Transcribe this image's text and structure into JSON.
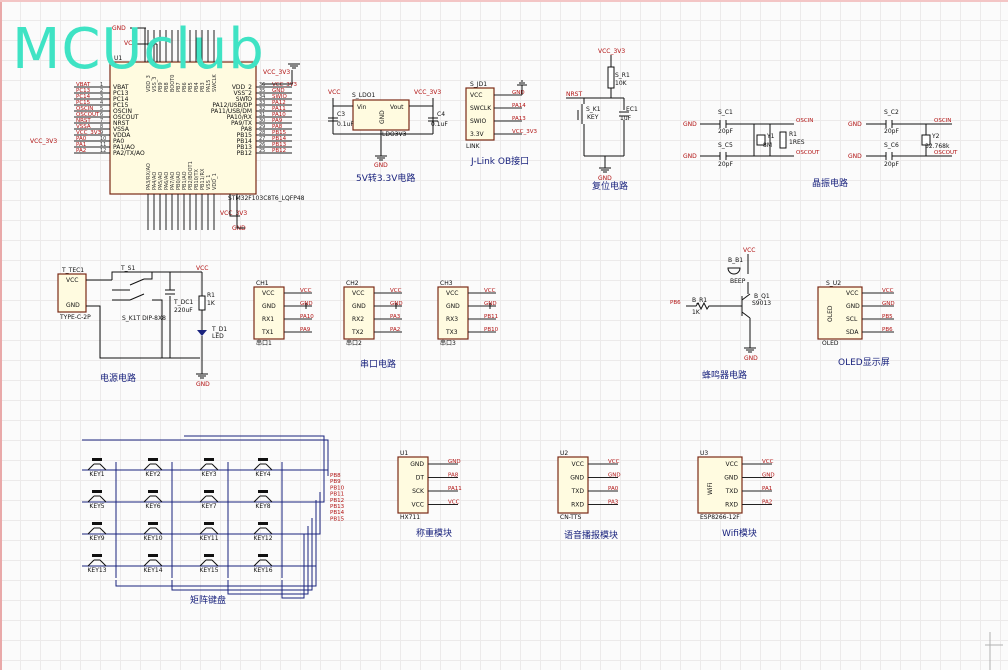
{
  "logo": "MCUclub",
  "titles": {
    "ldo": "5V转3.3V电路",
    "jlink": "J-Link OB接口",
    "reset": "复位电路",
    "crystal": "晶振电路",
    "power": "电源电路",
    "serial": "串口电路",
    "buzzer": "蜂鸣器电路",
    "oled": "OLED显示屏",
    "keyboard": "矩阵键盘",
    "weight": "称重模块",
    "voice": "语音播报模块",
    "wifi": "Wifi模块"
  },
  "mcu": {
    "designator": "U1",
    "part": "STM32F103C8T6_LQFP48",
    "left_pins": [
      "VBAT",
      "PC13",
      "PC14",
      "PC15",
      "OSCIN",
      "OSCOUT",
      "NRST",
      "VSSA",
      "VDDA",
      "PA0",
      "PA1/AO",
      "PA2/TX/AO"
    ],
    "left_pin_nums": [
      "1",
      "2",
      "3",
      "4",
      "5",
      "6",
      "7",
      "8",
      "9",
      "10",
      "11",
      "12"
    ],
    "left_nets": [
      "VBAT",
      "PC13",
      "PC14",
      "PC15",
      "OSCIN",
      "OSCOUT",
      "NRST",
      "VSSA",
      "VCC_3V3",
      "PA0",
      "PA1",
      "PA2"
    ],
    "right_pins": [
      "VDD_2",
      "VSS_2",
      "SWIO",
      "PA12/USB/DP",
      "PA11/USB/DM",
      "PA10/RX",
      "PA9/TX",
      "PA8",
      "PB15",
      "PB14",
      "PB13",
      "PB12"
    ],
    "right_pin_nums": [
      "36",
      "35",
      "34",
      "33",
      "32",
      "31",
      "30",
      "29",
      "28",
      "27",
      "26",
      "25"
    ],
    "right_nets": [
      "VCC_3V3",
      "GND",
      "SWIO",
      "PA12",
      "PA11",
      "PA10",
      "PA9",
      "PA8",
      "PB15",
      "PB14",
      "PB13",
      "PB12"
    ],
    "bottom_pins": [
      "PA3/RX/AO",
      "PA4/AO",
      "PA5/AO",
      "PA6/AO",
      "PA7/AO",
      "PB0/AO",
      "PB1/AO",
      "PB2/BOOT1",
      "PB10/TX",
      "PB11/RX",
      "VSS_1",
      "VDD_1"
    ],
    "top_pins": [
      "VDD_3",
      "VSS_3",
      "PB9",
      "PB8",
      "BOOT0",
      "PB7",
      "PB6",
      "PB5",
      "PB4",
      "PB3",
      "PA15",
      "SWCLK"
    ]
  },
  "nets": {
    "gnd": "GND",
    "vcc": "VCC",
    "v33": "VCC_3V3",
    "oscin": "OSCIN",
    "oscout": "OSCOUT",
    "nrst": "NRST"
  },
  "ldo": {
    "designator": "S_LDO1",
    "part": "LDO3V3",
    "vin": "Vin",
    "vout": "Vout",
    "gnd": "GND",
    "c3": "C3",
    "c3v": "0.1uF",
    "c4": "C4",
    "c4v": "0.1uF"
  },
  "jlink": {
    "designator": "S_JD1",
    "part": "LINK",
    "pins": [
      "VCC",
      "SWCLK",
      "SWIO",
      "3.3V"
    ],
    "nets": [
      "GND",
      "PA14",
      "PA13",
      "VCC_3V3"
    ]
  },
  "reset": {
    "r": "S_R1",
    "rv": "10K",
    "key": "S_K1",
    "keyv": "KEY",
    "c": "EC1",
    "cv": "1uF"
  },
  "crystal": {
    "c1": "S_C1",
    "c1v": "20pF",
    "c5": "S_C5",
    "c5v": "20pF",
    "y1": "Y1",
    "y1v": "8M",
    "r1": "R1",
    "r1v": "1RES",
    "c2": "S_C2",
    "c2v": "20pF",
    "c6": "S_C6",
    "c6v": "20pF",
    "y2": "Y2",
    "y2v": "32.768k"
  },
  "power": {
    "usb": "T_TEC1",
    "usbp": "TYPE-C-2P",
    "sw": "T_S1",
    "swp": "S_K1T DIP-8X8",
    "cap": "T_DC1",
    "capv": "220uF",
    "r": "R1",
    "rv": "1K",
    "led": "T_D1",
    "ledv": "LED",
    "pins": [
      "VCC",
      "GND"
    ]
  },
  "headers": [
    {
      "designator": "CH1",
      "part": "串口1",
      "pins": [
        "VCC",
        "GND",
        "RX1",
        "TX1"
      ],
      "nets": [
        "VCC",
        "GND",
        "PA10",
        "PA9"
      ]
    },
    {
      "designator": "CH2",
      "part": "串口2",
      "pins": [
        "VCC",
        "GND",
        "RX2",
        "TX2"
      ],
      "nets": [
        "VCC",
        "GND",
        "PA3",
        "PA2"
      ]
    },
    {
      "designator": "CH3",
      "part": "串口3",
      "pins": [
        "VCC",
        "GND",
        "RX3",
        "TX3"
      ],
      "nets": [
        "VCC",
        "GND",
        "PB11",
        "PB10"
      ]
    }
  ],
  "buzzer": {
    "b": "B_B1",
    "bv": "BEEP",
    "q": "B_Q1",
    "qv": "S9013",
    "r": "B_R1",
    "rv": "1K",
    "net": "PB6"
  },
  "oled": {
    "designator": "S_U2",
    "part": "OLED",
    "pins": [
      "VCC",
      "GND",
      "SCL",
      "SDA"
    ],
    "nets": [
      "VCC",
      "GND",
      "PB5",
      "PB6"
    ]
  },
  "keys": {
    "labels": [
      "KEY1",
      "KEY2",
      "KEY3",
      "KEY4",
      "KEY5",
      "KEY6",
      "KEY7",
      "KEY8",
      "KEY9",
      "KEY10",
      "KEY11",
      "KEY12",
      "KEY13",
      "KEY14",
      "KEY15",
      "KEY16"
    ],
    "nets": [
      "PB8",
      "PB9",
      "PB10",
      "PB11",
      "PB12",
      "PB13",
      "PB14",
      "PB15"
    ]
  },
  "modules": [
    {
      "designator": "U1",
      "part": "HX711",
      "pins": [
        "GND",
        "DT",
        "SCK",
        "VCC"
      ],
      "nets": [
        "GND",
        "PA8",
        "PA11",
        "VCC"
      ]
    },
    {
      "designator": "U2",
      "part": "CN-TTS",
      "pins": [
        "VCC",
        "GND",
        "TXD",
        "RXD"
      ],
      "nets": [
        "VCC",
        "GND",
        "PA0",
        "PA3"
      ]
    },
    {
      "designator": "U3",
      "part": "ESP8266-12F",
      "inner": "WiFi",
      "pins": [
        "VCC",
        "GND",
        "TXD",
        "RXD"
      ],
      "nets": [
        "VCC",
        "GND",
        "PA1",
        "PA2"
      ]
    }
  ]
}
